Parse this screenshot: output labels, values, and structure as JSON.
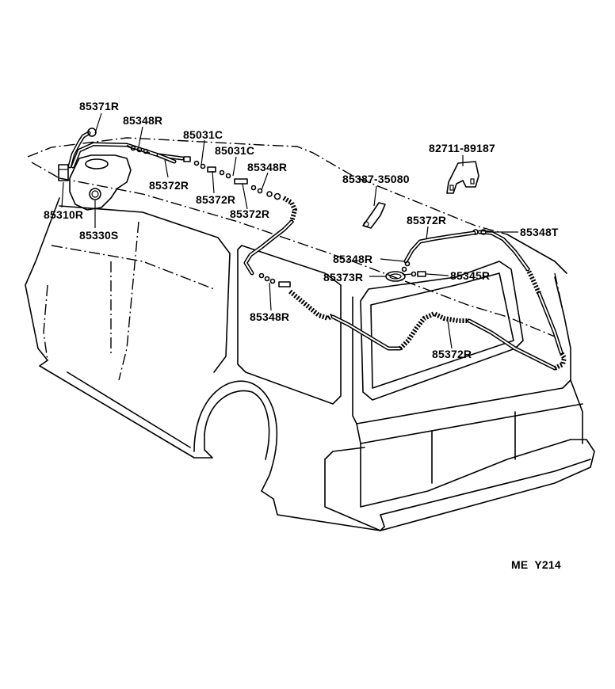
{
  "diagram": {
    "part_labels": {
      "p85371R": "85371R",
      "p85348R_a": "85348R",
      "p85031C_a": "85031C",
      "p85031C_b": "85031C",
      "p85348R_b": "85348R",
      "p85372R_a": "85372R",
      "p85372R_b": "85372R",
      "p85372R_c": "85372R",
      "p85310R": "85310R",
      "p85330S": "85330S",
      "p82711": "82711-89187",
      "p85387": "85387-35080",
      "p85372R_d": "85372R",
      "p85348T": "85348T",
      "p85348R_c": "85348R",
      "p85373R": "85373R",
      "p85345R": "85345R",
      "p85348R_d": "85348R",
      "p85372R_e": "85372R"
    },
    "code": "ME  Y214"
  }
}
